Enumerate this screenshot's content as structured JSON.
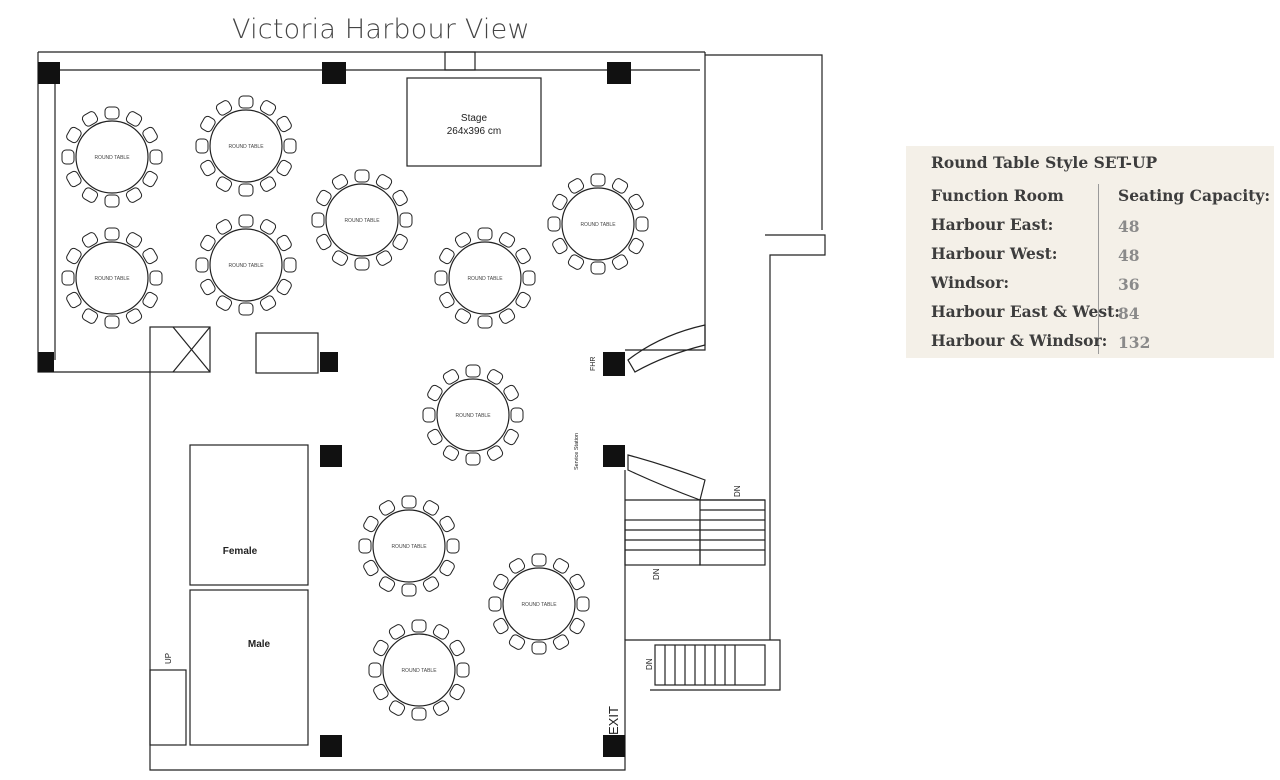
{
  "plan": {
    "title": "Victoria Harbour View",
    "stage": {
      "label": "Stage",
      "size": "264x396 cm"
    },
    "table_label": "ROUND TABLE",
    "rooms": {
      "female": "Female",
      "male": "Male"
    },
    "signs": {
      "exit": "EXIT",
      "dn": "DN",
      "up": "UP",
      "service": "Service Station",
      "fhr": "FHR"
    }
  },
  "info": {
    "heading": "Round Table Style SET-UP",
    "col_room": "Function Room",
    "col_capacity": "Seating Capacity:",
    "rows": [
      {
        "room": "Harbour East:",
        "capacity": "48"
      },
      {
        "room": "Harbour West:",
        "capacity": "48"
      },
      {
        "room": "Windsor:",
        "capacity": "36"
      },
      {
        "room": "Harbour East & West:",
        "capacity": "84"
      },
      {
        "room": "Harbour & Windsor:",
        "capacity": "132"
      }
    ]
  }
}
